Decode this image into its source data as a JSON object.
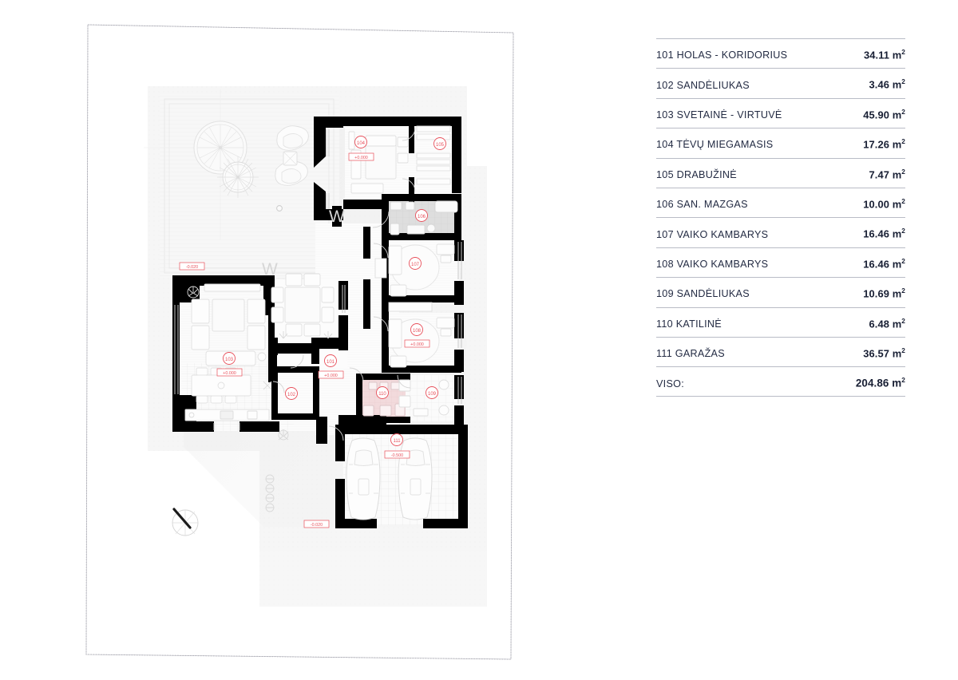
{
  "legend": {
    "rows": [
      {
        "label": "101 HOLAS - KORIDORIUS",
        "value": "34.11",
        "unit": "m"
      },
      {
        "label": "102 SANDĖLIUKAS",
        "value": "3.46",
        "unit": "m"
      },
      {
        "label": "103 SVETAINĖ - VIRTUVĖ",
        "value": "45.90",
        "unit": "m"
      },
      {
        "label": "104 TĖVŲ MIEGAMASIS",
        "value": "17.26",
        "unit": "m"
      },
      {
        "label": "105 DRABUŽINĖ",
        "value": "7.47",
        "unit": "m"
      },
      {
        "label": "106 SAN. MAZGAS",
        "value": "10.00",
        "unit": "m"
      },
      {
        "label": "107 VAIKO KAMBARYS",
        "value": "16.46",
        "unit": "m"
      },
      {
        "label": "108 VAIKO KAMBARYS",
        "value": "16.46",
        "unit": "m"
      },
      {
        "label": "109 SANDĖLIUKAS",
        "value": "10.69",
        "unit": "m"
      },
      {
        "label": "110 KATILINĖ",
        "value": "6.48",
        "unit": "m"
      },
      {
        "label": "111 GARAŽAS",
        "value": "36.57",
        "unit": "m"
      },
      {
        "label": "VISO:",
        "value": "204.86",
        "unit": "m"
      }
    ],
    "text_color": "#232b43",
    "divider_color": "#b9bcc6"
  },
  "plan": {
    "room_tags": [
      {
        "id": "101",
        "level": "+0.000"
      },
      {
        "id": "102",
        "level": ""
      },
      {
        "id": "103",
        "level": "+0.000"
      },
      {
        "id": "104",
        "level": "+0.000"
      },
      {
        "id": "105",
        "level": ""
      },
      {
        "id": "106",
        "level": ""
      },
      {
        "id": "107",
        "level": ""
      },
      {
        "id": "108",
        "level": "+0.000"
      },
      {
        "id": "109",
        "level": ""
      },
      {
        "id": "110",
        "level": ""
      },
      {
        "id": "111",
        "level": "-0.500"
      }
    ],
    "level_markers": [
      {
        "text": "-0.020"
      },
      {
        "text": "-0.020"
      }
    ],
    "compass": "north-arrow",
    "wall_color": "#000000",
    "tag_color": "#e8505b",
    "terrace_fill": "#f4f4f4",
    "floor_fill": "#fbfbfb",
    "wet_room_fill": "#dcdcdc",
    "boiler_room_fill": "#f0d7d9",
    "boundary_color": "#a9a9b2"
  }
}
